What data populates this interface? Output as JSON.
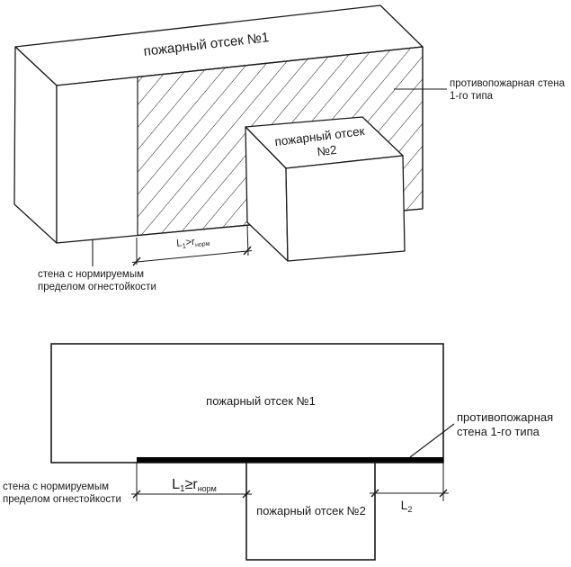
{
  "colors": {
    "ink": "#1a1a1a",
    "background": "#ffffff",
    "firewall_bar": "#000000"
  },
  "iso_view": {
    "compartment1_label": "пожарный отсек №1",
    "compartment2_label_line1": "пожарный отсек",
    "compartment2_label_line2": "№2",
    "firewall_label_line1": "противопожарная стена",
    "firewall_label_line2": "1-го типа",
    "rated_wall_label_line1": "стена с нормируемым",
    "rated_wall_label_line2": "пределом огнестойкости",
    "dim_l1": {
      "symbol": "L",
      "symbol_sub": "1",
      "relation": ">",
      "value": "r",
      "value_sub": "норм"
    }
  },
  "plan_view": {
    "compartment1_label": "пожарный отсек №1",
    "compartment2_label": "пожарный отсек №2",
    "firewall_label_line1": "противопожарная",
    "firewall_label_line2": "стена 1-го типа",
    "rated_wall_label_line1": "стена с нормируемым",
    "rated_wall_label_line2": "пределом огнестойкости",
    "dim_l1": {
      "symbol": "L",
      "symbol_sub": "1",
      "relation": "≥",
      "value": "r",
      "value_sub": "норм"
    },
    "dim_l2": {
      "symbol": "L",
      "symbol_sub": "2"
    }
  }
}
